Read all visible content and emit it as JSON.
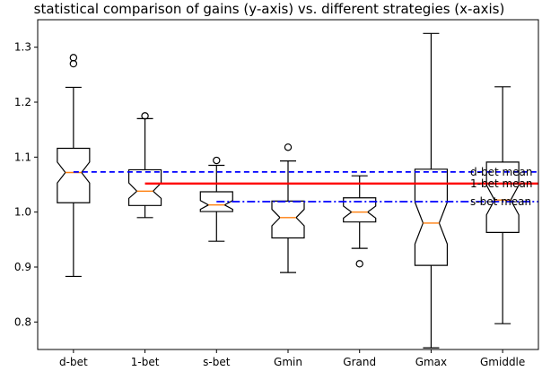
{
  "chart_data": {
    "type": "box",
    "title": "statistical comparison of gains (y-axis) vs. different strategies (x-axis)",
    "xlabel": "",
    "ylabel": "",
    "categories": [
      "d-bet",
      "1-bet",
      "s-bet",
      "Gmin",
      "Grand",
      "Gmax",
      "Gmiddle"
    ],
    "ylim": [
      0.75,
      1.35
    ],
    "yticks": [
      0.8,
      0.9,
      1.0,
      1.1,
      1.2,
      1.3
    ],
    "ytick_labels": [
      "0.8",
      "0.9",
      "1.0",
      "1.1",
      "1.2",
      "1.3"
    ],
    "notched": true,
    "boxes": [
      {
        "label": "d-bet",
        "whisker_low": 0.883,
        "q1": 1.017,
        "median": 1.072,
        "q3": 1.116,
        "whisker_high": 1.227,
        "notch_low": 1.053,
        "notch_high": 1.091,
        "fliers": [
          1.27,
          1.281
        ]
      },
      {
        "label": "1-bet",
        "whisker_low": 0.99,
        "q1": 1.012,
        "median": 1.038,
        "q3": 1.077,
        "whisker_high": 1.17,
        "notch_low": 1.025,
        "notch_high": 1.053,
        "fliers": [
          1.175
        ]
      },
      {
        "label": "s-bet",
        "whisker_low": 0.947,
        "q1": 1.001,
        "median": 1.013,
        "q3": 1.037,
        "whisker_high": 1.085,
        "notch_low": 1.005,
        "notch_high": 1.021,
        "fliers": [
          1.094
        ]
      },
      {
        "label": "Gmin",
        "whisker_low": 0.89,
        "q1": 0.953,
        "median": 0.99,
        "q3": 1.02,
        "whisker_high": 1.093,
        "notch_low": 0.975,
        "notch_high": 1.005,
        "fliers": [
          1.118
        ]
      },
      {
        "label": "Grand",
        "whisker_low": 0.934,
        "q1": 0.982,
        "median": 1.0,
        "q3": 1.026,
        "whisker_high": 1.066,
        "notch_low": 0.989,
        "notch_high": 1.011,
        "fliers": [
          0.906
        ]
      },
      {
        "label": "Gmax",
        "whisker_low": 0.753,
        "q1": 0.903,
        "median": 0.98,
        "q3": 1.078,
        "whisker_high": 1.325,
        "notch_low": 0.942,
        "notch_high": 1.018,
        "fliers": []
      },
      {
        "label": "Gmiddle",
        "whisker_low": 0.797,
        "q1": 0.963,
        "median": 1.022,
        "q3": 1.091,
        "whisker_high": 1.228,
        "notch_low": 0.995,
        "notch_high": 1.049,
        "fliers": []
      }
    ],
    "reference_lines": [
      {
        "label": "d-bet mean",
        "y": 1.073,
        "style": "dashed",
        "color": "#0000ff",
        "x_from_index": 0,
        "x_to_end": true
      },
      {
        "label": "1-bet mean",
        "y": 1.052,
        "style": "solid",
        "color": "#ff0000",
        "x_from_index": 1,
        "x_to_end": true
      },
      {
        "label": "s-bet mean",
        "y": 1.019,
        "style": "dashdot",
        "color": "#0000ff",
        "x_from_index": 2,
        "x_to_end": true
      }
    ],
    "colors": {
      "box": "#000000",
      "median": "#ff7f0e",
      "flier": "#000000"
    },
    "grid": false,
    "legend": "none"
  }
}
